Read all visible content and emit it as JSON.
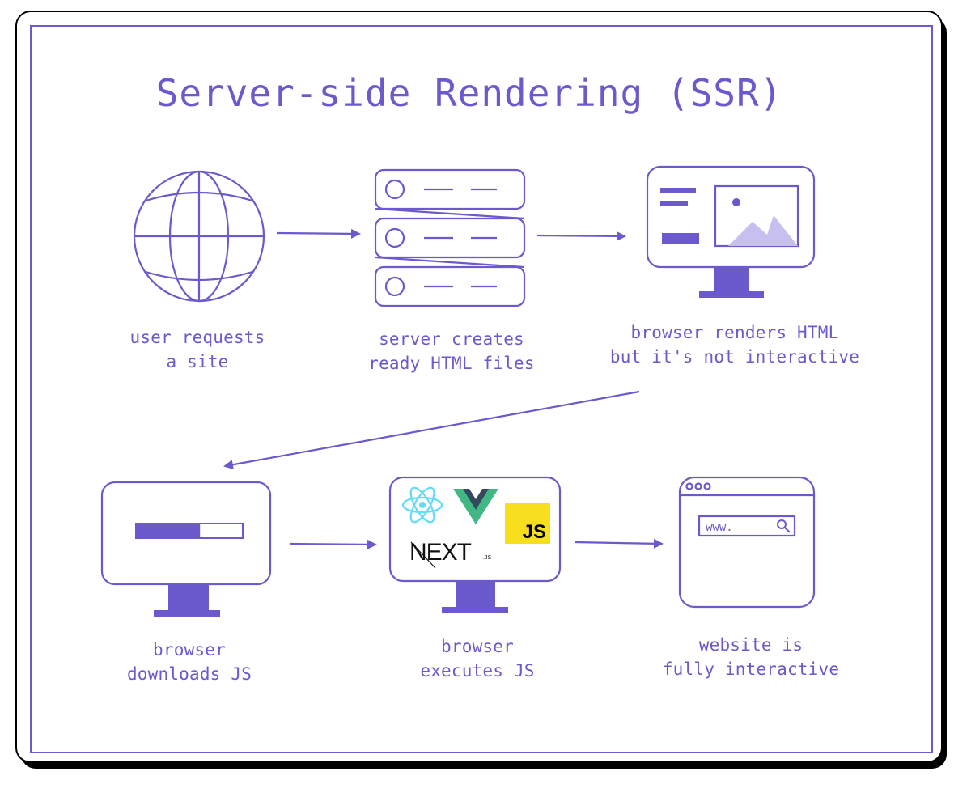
{
  "title": "Server-side Rendering (SSR)",
  "steps": [
    {
      "line1": "user requests",
      "line2": "a site"
    },
    {
      "line1": "server creates",
      "line2": "ready HTML files"
    },
    {
      "line1": "browser renders HTML",
      "line2": "but it's not interactive"
    },
    {
      "line1": "browser",
      "line2": "downloads JS"
    },
    {
      "line1": "browser",
      "line2": "executes JS"
    },
    {
      "line1": "website is",
      "line2": "fully interactive"
    }
  ],
  "logos": {
    "next": "NEXT",
    "next_suffix": ".JS",
    "js": "JS"
  },
  "address_bar": {
    "text": "www."
  },
  "download_progress": 0.6,
  "colors": {
    "stroke": "#6a5acd",
    "fill": "#6a5acd",
    "light_fill": "#c7bff0",
    "react": "#61dafb",
    "vue_green": "#41b883",
    "vue_dark": "#35495e",
    "js_yellow": "#f7df1e"
  }
}
